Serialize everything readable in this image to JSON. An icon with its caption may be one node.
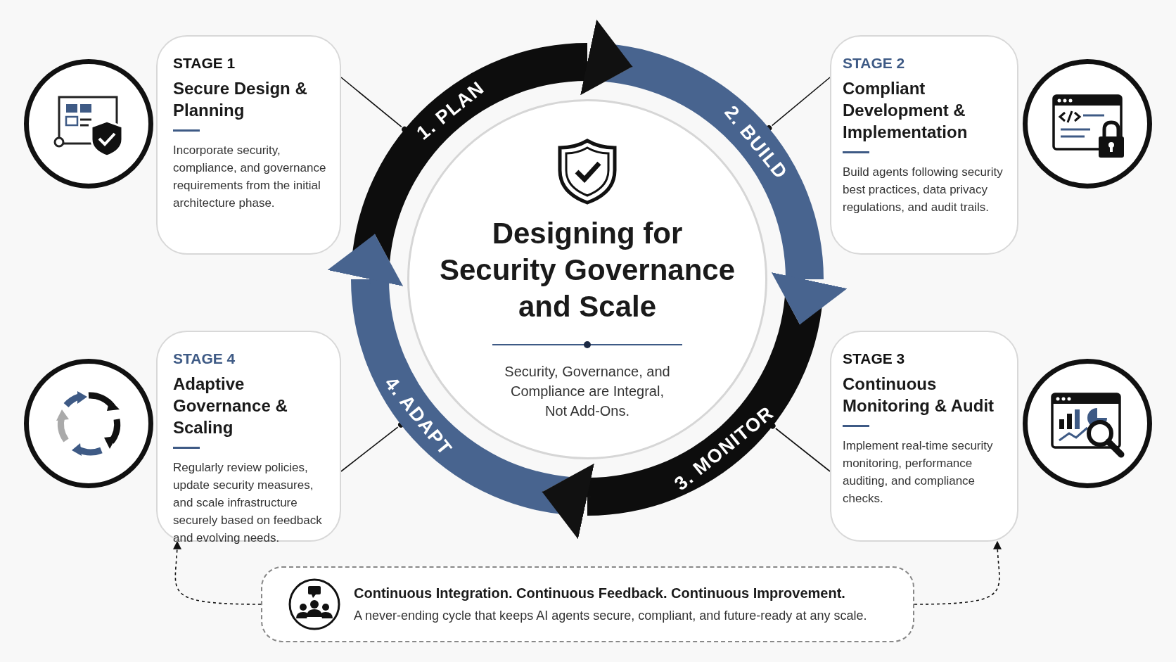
{
  "diagram": {
    "nodes": [
      {
        "text": [],
        "shape": "circle"
      },
      {
        "text": [
          "STAGE 1",
          "Secure Design & Planning",
          "Incorporate security, compliance, and governance requirements from the initial architecture phase."
        ]
      },
      {
        "text": [
          "1. PLAN"
        ]
      },
      {
        "text": [
          "Designing for Security Governance and Scale",
          "Security, Governance, and Compliance are Integral, Not Add-Ons."
        ]
      },
      {
        "text": [
          "2. BUILD"
        ]
      },
      {
        "text": [
          "STAGE 2",
          "Compliant Development & Implementation",
          "Build agents following security best practices, data privacy regulations, and audit trails."
        ]
      },
      {
        "text": [],
        "shape": "circle"
      },
      {
        "text": [],
        "shape": "circle"
      },
      {
        "text": [
          "STAGE 4",
          "Adaptive Governance & Scaling",
          "Regularly review policies, update security measures, and scale infrastructure securely based on feedback and evolving needs."
        ]
      },
      {
        "text": [
          "4. ADAPT"
        ]
      },
      {
        "text": [
          "3. MONITOR"
        ]
      },
      {
        "text": [
          "STAGE 3",
          "Continuous Monitoring & Audit",
          "Implement real-time security monitoring, performance auditing, and compliance checks."
        ]
      },
      {
        "text": [],
        "shape": "circle"
      },
      {
        "text": [
          "Continuous Integration. Continuous Feedback. Continuous Improvement.",
          "A never-ending cycle that keeps AI agents secure, compliant, and future-ready at any scale."
        ]
      }
    ],
    "edges": [
      {
        "from": 2,
        "to": 4,
        "arrow": "to"
      },
      {
        "from": 4,
        "to": 10,
        "arrow": "to",
        "color": "#48648f"
      },
      {
        "from": 10,
        "to": 9,
        "arrow": "to"
      },
      {
        "from": 9,
        "to": 2,
        "arrow": "to",
        "color": "#48648f"
      },
      {
        "from": 1,
        "to": 2,
        "arrow": "other"
      },
      {
        "from": 5,
        "to": 4,
        "arrow": "other"
      },
      {
        "from": 11,
        "to": 10,
        "arrow": "other"
      },
      {
        "from": 8,
        "to": 9,
        "arrow": "other"
      },
      {
        "from": 13,
        "to": 8,
        "arrow": "to",
        "style": "dashed"
      },
      {
        "from": 13,
        "to": 11,
        "arrow": "to",
        "style": "dashed"
      }
    ]
  }
}
